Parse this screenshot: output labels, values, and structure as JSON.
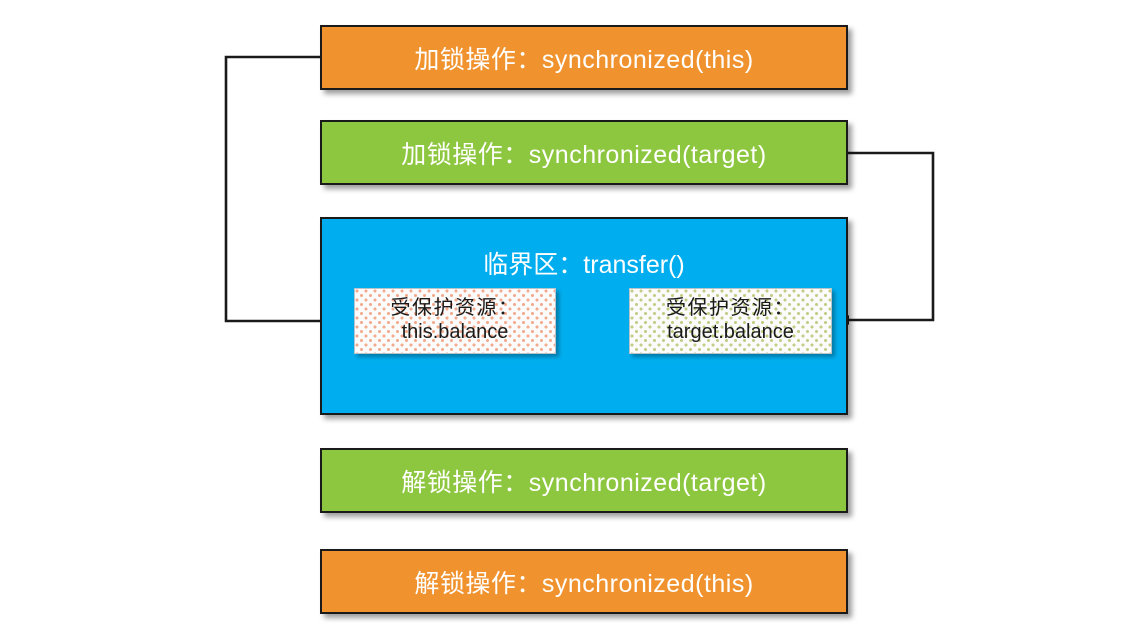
{
  "diagram": {
    "title_hidden": "synchronized 嵌套加锁 临界区示意图",
    "colors": {
      "orange": "#f0932f",
      "green": "#8dc63f",
      "blue": "#00aeef",
      "box_border": "#1a1a1a",
      "connector": "#1a1a1a",
      "resource_text": "#1a1a1a",
      "box_text": "#ffffff",
      "resource_left_dots": "#f2a98c",
      "resource_right_dots": "#c3cc84"
    },
    "boxes": {
      "lock_this": {
        "label": "加锁操作：synchronized(this)"
      },
      "lock_target": {
        "label": "加锁操作：synchronized(target)"
      },
      "critical": {
        "label": "临界区：transfer()"
      },
      "unlock_target": {
        "label": "解锁操作：synchronized(target)"
      },
      "unlock_this": {
        "label": "解锁操作：synchronized(this)"
      }
    },
    "resources": {
      "left": {
        "heading": "受保护资源：",
        "value": "this.balance"
      },
      "right": {
        "heading": "受保护资源：",
        "value": "target.balance"
      }
    },
    "connectors": [
      {
        "name": "this-lock-to-this-balance",
        "from": "lock_this",
        "to": "resource_left",
        "arrow": "right"
      },
      {
        "name": "target-lock-to-target-balance",
        "from": "lock_target",
        "to": "resource_right",
        "arrow": "left"
      }
    ]
  }
}
